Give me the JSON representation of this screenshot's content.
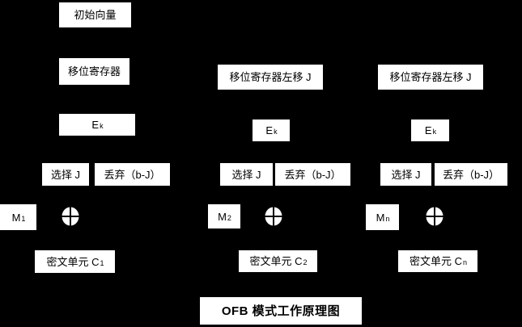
{
  "colors": {
    "background": "#000000",
    "box_fill": "#ffffff",
    "text": "#000000"
  },
  "title": "OFB 模式工作原理图",
  "columns": [
    {
      "initial_vector": "初始向量",
      "shift_register": "移位寄存器",
      "cipher_e": {
        "base": "E",
        "sub": "k"
      },
      "select": "选择 J",
      "discard": "丢弃（b-J）",
      "message": {
        "base": "M",
        "sub": "1"
      },
      "xor_icon": "xor-circle",
      "ciphertext": {
        "base": "密文单元 C",
        "sub": "1"
      }
    },
    {
      "shift_register": "移位寄存器左移 J",
      "cipher_e": {
        "base": "E",
        "sub": "k"
      },
      "select": "选择 J",
      "discard": "丢弃（b-J）",
      "message": {
        "base": "M",
        "sub": "2"
      },
      "xor_icon": "xor-circle",
      "ciphertext": {
        "base": "密文单元 C",
        "sub": "2"
      }
    },
    {
      "shift_register": "移位寄存器左移 J",
      "cipher_e": {
        "base": "E",
        "sub": "k"
      },
      "select": "选择 J",
      "discard": "丢弃（b-J）",
      "message": {
        "base": "M",
        "sub": "n"
      },
      "xor_icon": "xor-circle",
      "ciphertext": {
        "base": "密文单元 C",
        "sub": "n"
      }
    }
  ]
}
